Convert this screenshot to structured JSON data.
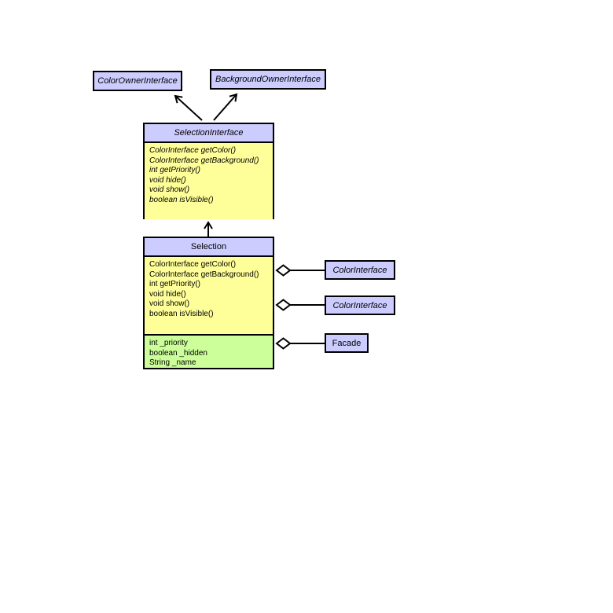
{
  "diagram": {
    "type": "uml-class-diagram",
    "colors": {
      "box_header_fill": "#ccccff",
      "methods_fill": "#ffff99",
      "attributes_fill": "#ccff99",
      "border_and_lines": "#000000",
      "page_background": "#ffffff"
    },
    "boxes": {
      "color_owner_interface": {
        "title": "ColorOwnerInterface",
        "abstract": true
      },
      "background_owner_interface": {
        "title": "BackgroundOwnerInterface",
        "abstract": true
      },
      "selection_interface": {
        "title": "SelectionInterface",
        "abstract": true,
        "methods": [
          "ColorInterface getColor()",
          "ColorInterface getBackground()",
          "int getPriority()",
          "void hide()",
          "void show()",
          "boolean isVisible()"
        ]
      },
      "selection": {
        "title": "Selection",
        "abstract": false,
        "methods": [
          "ColorInterface getColor()",
          "ColorInterface getBackground()",
          "int getPriority()",
          "void hide()",
          "void show()",
          "boolean isVisible()"
        ],
        "attributes": [
          "int _priority",
          "boolean _hidden",
          "String _name"
        ]
      },
      "color_interface_1": {
        "title": "ColorInterface",
        "abstract": true
      },
      "color_interface_2": {
        "title": "ColorInterface",
        "abstract": true
      },
      "facade": {
        "title": "Facade",
        "abstract": false
      }
    },
    "relationships": [
      {
        "from": "SelectionInterface",
        "to": "ColorOwnerInterface",
        "kind": "generalization-arrow"
      },
      {
        "from": "SelectionInterface",
        "to": "BackgroundOwnerInterface",
        "kind": "generalization-arrow"
      },
      {
        "from": "Selection",
        "to": "SelectionInterface",
        "kind": "generalization-arrow"
      },
      {
        "from": "Selection",
        "to": "ColorInterface",
        "kind": "aggregation-open-diamond"
      },
      {
        "from": "Selection",
        "to": "ColorInterface",
        "kind": "aggregation-open-diamond"
      },
      {
        "from": "Selection",
        "to": "Facade",
        "kind": "aggregation-open-diamond"
      }
    ]
  }
}
